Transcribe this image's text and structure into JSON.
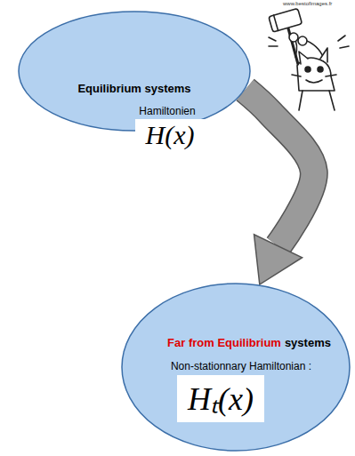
{
  "diagram": {
    "nodes": [
      {
        "text": [
          "Equilibrium systems",
          "Hamiltonien",
          "H(x)"
        ]
      },
      {
        "text": [
          "Far from Equilibrium",
          "systems",
          "Non-stationnary Hamiltonian :",
          "Hₜ(x)"
        ]
      }
    ],
    "edges": [
      {
        "from": 0,
        "to": 1,
        "arrow": "to"
      }
    ],
    "labels": [
      "www.bestofimages.fr"
    ]
  }
}
